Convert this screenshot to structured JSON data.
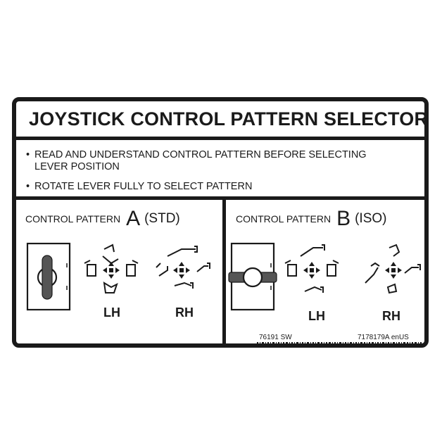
{
  "title": "JOYSTICK CONTROL PATTERN SELECTOR",
  "bullets": [
    {
      "line1": "READ AND UNDERSTAND CONTROL PATTERN BEFORE SELECTING",
      "line2": "LEVER POSITION"
    },
    {
      "line1": "ROTATE LEVER FULLY TO SELECT PATTERN",
      "line2": ""
    }
  ],
  "bullet_glyph": "•",
  "pattern_a": {
    "prefix": "CONTROL PATTERN",
    "letter": "A",
    "suffix": "(STD)",
    "lh": "LH",
    "rh": "RH"
  },
  "pattern_b": {
    "prefix": "CONTROL PATTERN",
    "letter": "B",
    "suffix": "(ISO)",
    "lh": "LH",
    "rh": "RH"
  },
  "part_number": "76191 SW",
  "doc_number": "7178179A enUS",
  "colors": {
    "ink": "#1a1a1a",
    "lever": "#555555",
    "background": "#ffffff"
  },
  "icons": [
    "lever-vertical-icon",
    "lever-horizontal-icon",
    "excavator-function-icon",
    "crosshair-arrows-icon",
    "barcode-icon"
  ]
}
